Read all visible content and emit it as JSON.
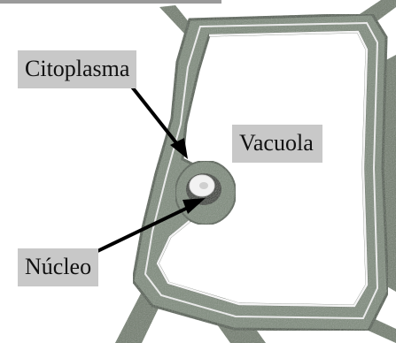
{
  "diagram": {
    "labels": {
      "citoplasma": "Citoplasma",
      "vacuola": "Vacuola",
      "nucleo": "Núcleo"
    },
    "colors": {
      "cell_wall": "#7d8a7a",
      "cell_wall_dark": "#4e5a4c",
      "membrane_line": "#f4f4f4",
      "vacuole": "#ffffff",
      "label_bg": "#c8c8c8",
      "arrow": "#000000"
    },
    "icons": {
      "nucleus": "nucleus-icon",
      "neighbor_cells": "adjacent-cell-walls"
    }
  }
}
